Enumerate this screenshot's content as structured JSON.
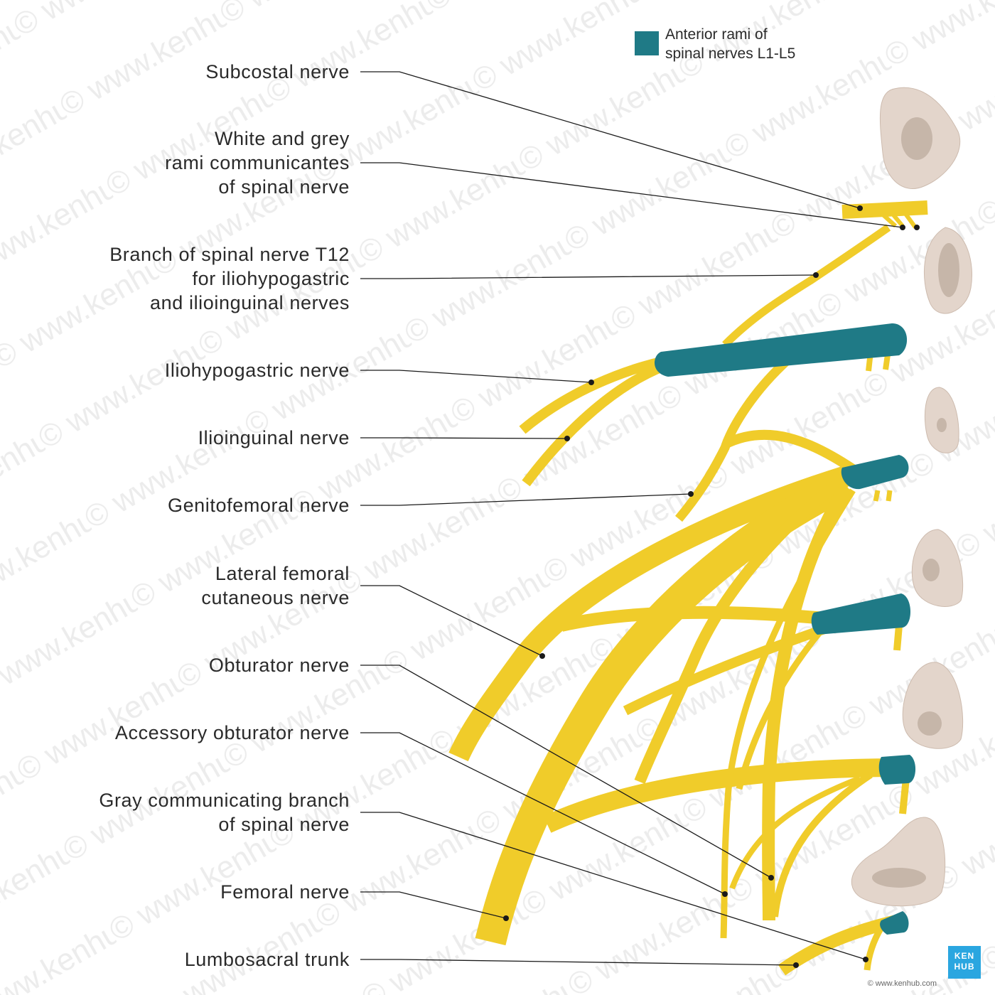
{
  "legend": {
    "line1": "Anterior rami of",
    "line2": "spinal nerves L1-L5",
    "color": "#1f7a86"
  },
  "labels": [
    {
      "lines": [
        "Subcostal nerve"
      ]
    },
    {
      "lines": [
        "White and grey",
        "rami communicantes",
        "of spinal nerve"
      ]
    },
    {
      "lines": [
        "Branch of spinal nerve T12",
        "for iliohypogastric",
        "and ilioinguinal nerves"
      ]
    },
    {
      "lines": [
        "Iliohypogastric nerve"
      ]
    },
    {
      "lines": [
        "Ilioinguinal nerve"
      ]
    },
    {
      "lines": [
        "Genitofemoral nerve"
      ]
    },
    {
      "lines": [
        "Lateral femoral",
        "cutaneous nerve"
      ]
    },
    {
      "lines": [
        "Obturator nerve"
      ]
    },
    {
      "lines": [
        "Accessory obturator nerve"
      ]
    },
    {
      "lines": [
        "Gray communicating branch",
        "of spinal nerve"
      ]
    },
    {
      "lines": [
        "Femoral nerve"
      ]
    },
    {
      "lines": [
        "Lumbosacral trunk"
      ]
    }
  ],
  "watermark": "© www.kenhub.com",
  "logo": {
    "line1": "KEN",
    "line2": "HUB",
    "color": "#2aa6e0"
  },
  "copyright": "© www.kenhub.com",
  "colors": {
    "nerve": "#f0cc2a",
    "nerve_dark": "#c9a20f",
    "ramus": "#1f7a86",
    "bone": "#e3d5cb",
    "bone_edge": "#cdbbae",
    "leader": "#1a1a1a"
  }
}
